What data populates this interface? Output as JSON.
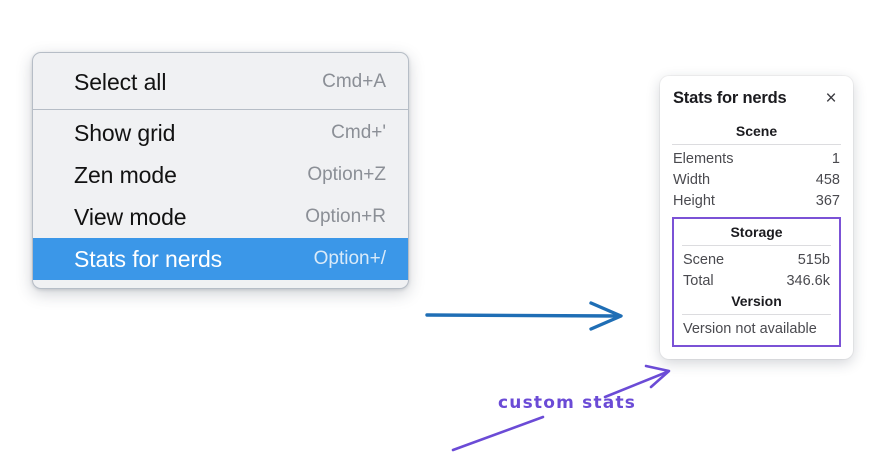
{
  "context_menu": {
    "groups": [
      {
        "items": [
          {
            "label": "Select all",
            "shortcut": "Cmd+A",
            "selected": false
          }
        ]
      },
      {
        "items": [
          {
            "label": "Show grid",
            "shortcut": "Cmd+'",
            "selected": false
          },
          {
            "label": "Zen mode",
            "shortcut": "Option+Z",
            "selected": false
          },
          {
            "label": "View mode",
            "shortcut": "Option+R",
            "selected": false
          },
          {
            "label": "Stats for nerds",
            "shortcut": "Option+/",
            "selected": true
          }
        ]
      }
    ],
    "selected_color": "#3b97e8"
  },
  "stats_panel": {
    "title": "Stats for nerds",
    "close_icon": "×",
    "scene": {
      "heading": "Scene",
      "rows": [
        {
          "key": "Elements",
          "value": "1"
        },
        {
          "key": "Width",
          "value": "458"
        },
        {
          "key": "Height",
          "value": "367"
        }
      ]
    },
    "storage": {
      "heading": "Storage",
      "rows": [
        {
          "key": "Scene",
          "value": "515b"
        },
        {
          "key": "Total",
          "value": "346.6k"
        }
      ]
    },
    "version": {
      "heading": "Version",
      "note": "Version not available"
    },
    "highlight_color": "#7b52d6"
  },
  "annotations": {
    "blue_arrow_color": "#1f6eb5",
    "purple_arrow_color": "#6b4bd6",
    "handwritten_label": "custom stats"
  }
}
